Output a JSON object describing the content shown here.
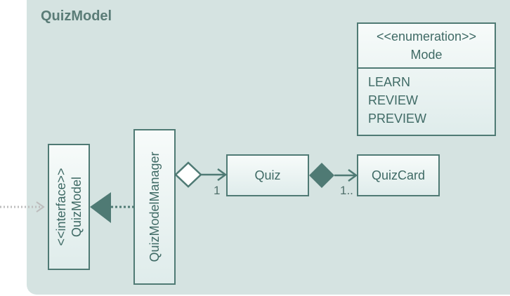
{
  "package": {
    "title": "QuizModel"
  },
  "classes": {
    "interface": {
      "stereotype": "<<interface>>",
      "name": "QuizModel"
    },
    "manager": {
      "name": "QuizModelManager"
    },
    "quiz": {
      "name": "Quiz"
    },
    "quizcard": {
      "name": "QuizCard"
    },
    "mode": {
      "stereotype": "<<enumeration>>",
      "name": "Mode",
      "values": [
        "LEARN",
        "REVIEW",
        "PREVIEW"
      ]
    }
  },
  "multiplicities": {
    "quiz_end": "1",
    "card_end": "1.."
  },
  "colors": {
    "package_bg": "#d5e3e1",
    "border": "#4f7a74",
    "text": "#3f6a65",
    "title": "#5a7c77"
  }
}
